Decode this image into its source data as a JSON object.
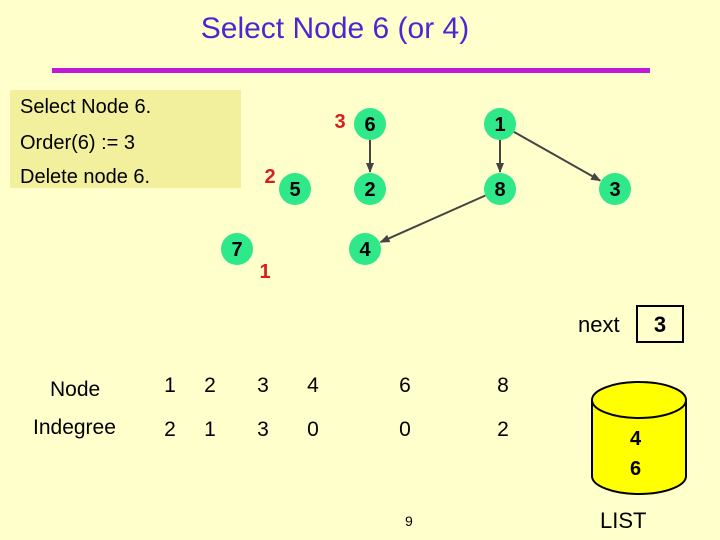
{
  "title": "Select Node 6 (or 4)",
  "notes": [
    "Select Node 6.",
    "Order(6) := 3",
    "Delete node 6."
  ],
  "graph": {
    "nodes": [
      {
        "id": "6",
        "label": "6"
      },
      {
        "id": "1",
        "label": "1"
      },
      {
        "id": "5",
        "label": "5"
      },
      {
        "id": "2",
        "label": "2"
      },
      {
        "id": "8",
        "label": "8"
      },
      {
        "id": "3",
        "label": "3"
      },
      {
        "id": "7",
        "label": "7"
      },
      {
        "id": "4",
        "label": "4"
      }
    ],
    "edges": [
      {
        "from": "6",
        "to": "2"
      },
      {
        "from": "1",
        "to": "8"
      },
      {
        "from": "1",
        "to": "3"
      },
      {
        "from": "8",
        "to": "4"
      }
    ],
    "annotations": {
      "order_6": "3",
      "order_5": "2",
      "order_7": "1"
    }
  },
  "table": {
    "row_labels": [
      "Node",
      "Indegree"
    ],
    "nodes": [
      "1",
      "2",
      "3",
      "4",
      "6",
      "8"
    ],
    "indegree": [
      "2",
      "1",
      "3",
      "0",
      "0",
      "2"
    ]
  },
  "next": {
    "label": "next",
    "value": "3"
  },
  "list": {
    "label": "LIST",
    "items": [
      "4",
      "6"
    ]
  },
  "page_number": "9",
  "colors": {
    "background": "#ffffcc",
    "title": "#4b27d4",
    "rule": "#c01ad6",
    "node_fill": "#2ee88a",
    "text_panel": "#f2f09c",
    "annotation_red": "#d62020"
  }
}
